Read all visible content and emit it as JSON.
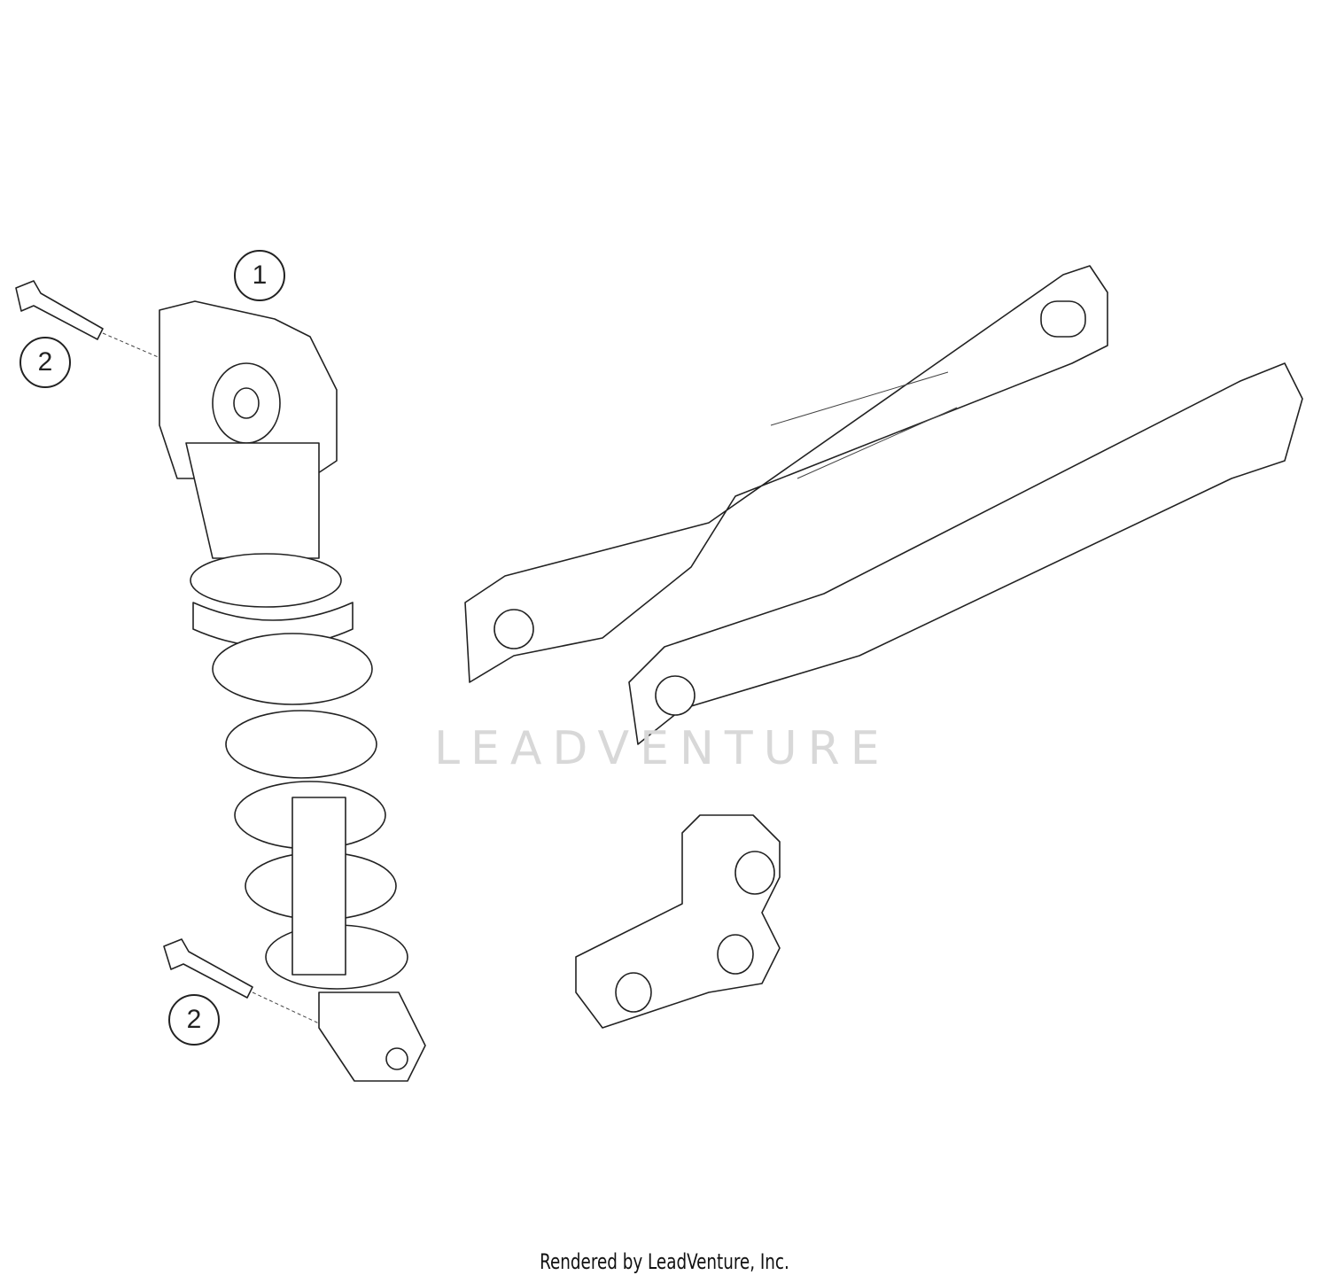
{
  "diagram": {
    "callouts": [
      {
        "label": "1",
        "part": "shock-absorber"
      },
      {
        "label": "2",
        "part": "upper-bolt"
      },
      {
        "label": "2",
        "part": "lower-bolt"
      }
    ]
  },
  "watermark": "LEADVENTURE",
  "footer": "Rendered by LeadVenture, Inc."
}
